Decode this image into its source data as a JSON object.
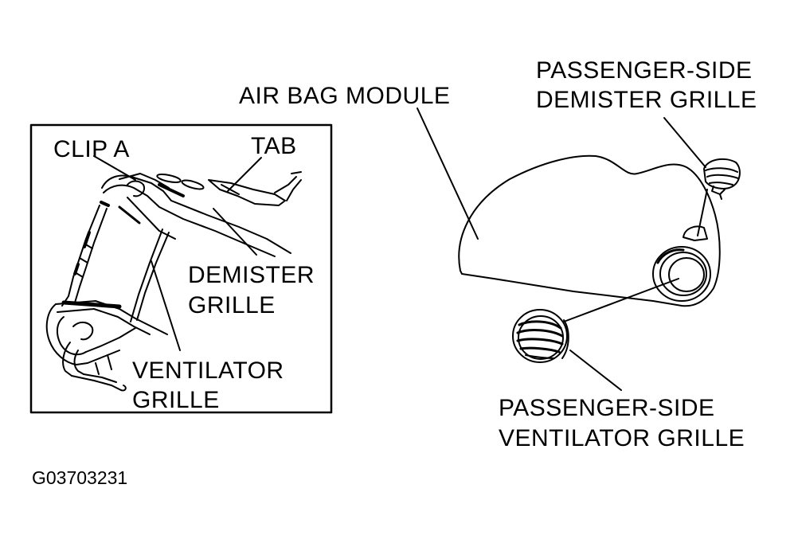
{
  "inset": {
    "clip_a": "CLIP A",
    "tab": "TAB",
    "demister_line1": "DEMISTER",
    "demister_line2": "GRILLE",
    "ventilator_line1": "VENTILATOR",
    "ventilator_line2": "GRILLE"
  },
  "main": {
    "air_bag_module": "AIR BAG MODULE",
    "ps_demister_line1": "PASSENGER-SIDE",
    "ps_demister_line2": "DEMISTER GRILLE",
    "ps_ventilator_line1": "PASSENGER-SIDE",
    "ps_ventilator_line2": "VENTILATOR GRILLE"
  },
  "figure_code": "G03703231",
  "colors": {
    "ink": "#000000",
    "paper": "#ffffff"
  }
}
